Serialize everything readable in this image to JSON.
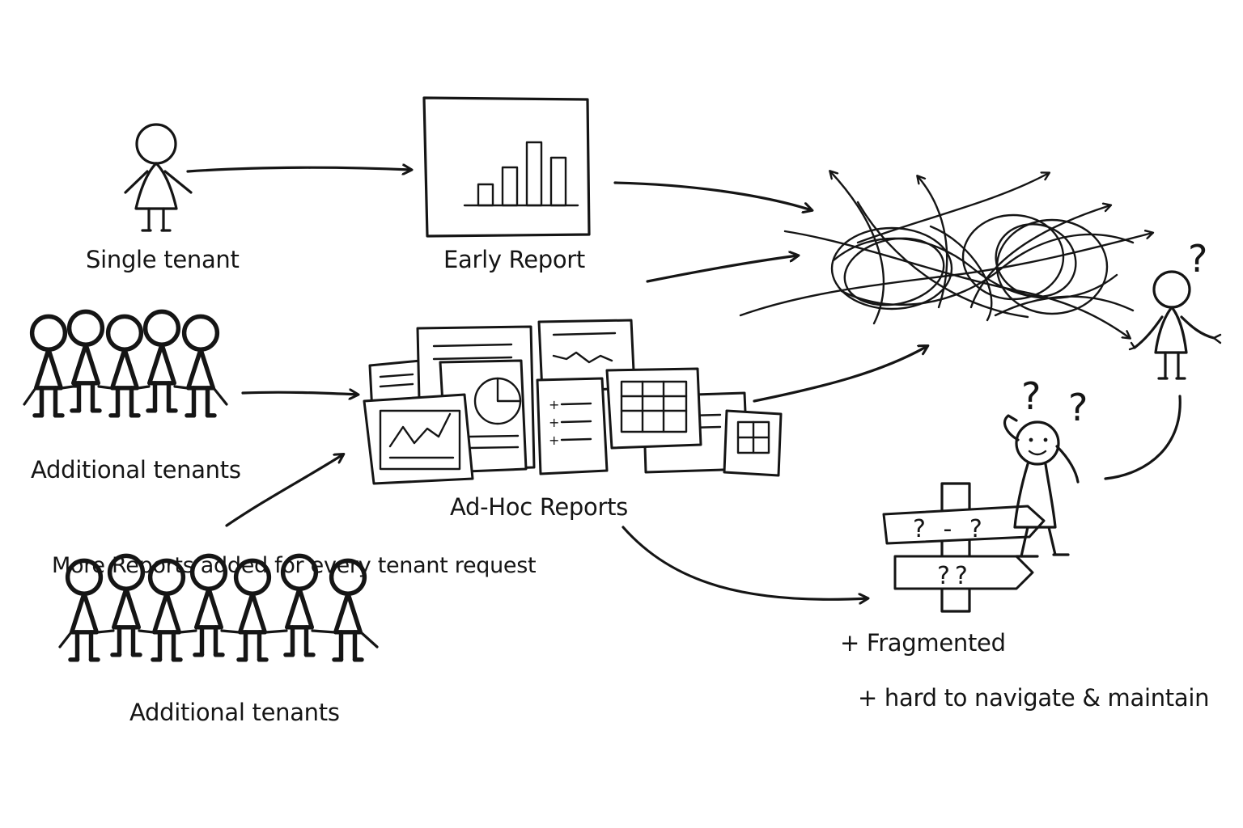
{
  "labels": {
    "single_tenant": "Single tenant",
    "early_report": "Early Report",
    "additional_tenants_top": "Additional tenants",
    "ad_hoc_reports": "Ad-Hoc Reports",
    "more_reports": "More Reports added for every tenant request",
    "additional_tenants_bottom": "Additional tenants",
    "fragmented": "+ Fragmented",
    "hard_to_navigate": "+ hard to navigate & maintain"
  },
  "signpost": {
    "top_board": "? - ?",
    "bottom_board": "??"
  },
  "colors": {
    "ink": "#151515",
    "background": "#ffffff"
  }
}
